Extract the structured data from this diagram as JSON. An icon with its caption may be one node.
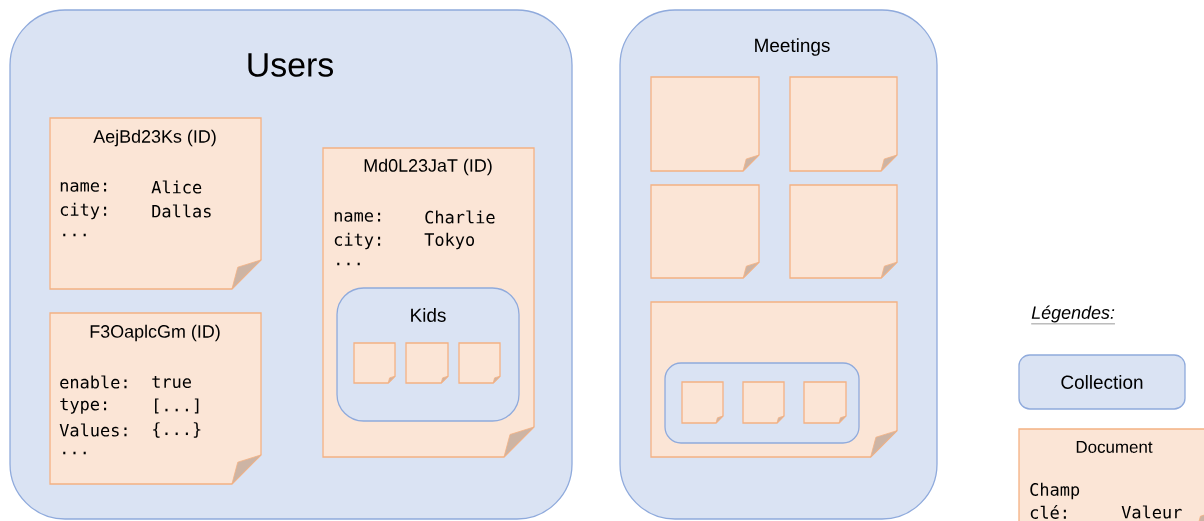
{
  "diagram": {
    "nodes": [
      {
        "text": [
          "Users"
        ]
      },
      {
        "text": [
          "AejBd23Ks (ID)",
          "name:",
          "Alice",
          "city:",
          "Dallas",
          "..."
        ],
        "in": 0
      },
      {
        "text": [
          "F3OaplcGm (ID)",
          "enable:",
          "true",
          "type:",
          "[...]",
          "Values:",
          "{...}",
          "..."
        ],
        "in": 0
      },
      {
        "text": [
          "Md0L23JaT (ID)",
          "name:",
          "Charlie",
          "city:",
          "Tokyo",
          "..."
        ],
        "in": 0
      },
      {
        "text": [
          "Kids"
        ],
        "in": 3
      },
      {
        "text": [],
        "shape": "note",
        "in": 4
      },
      {
        "text": [],
        "shape": "note",
        "in": 4
      },
      {
        "text": [],
        "shape": "note",
        "in": 4
      },
      {
        "text": [
          "Meetings"
        ]
      },
      {
        "text": [],
        "shape": "note",
        "in": 8
      },
      {
        "text": [],
        "shape": "note",
        "in": 8
      },
      {
        "text": [],
        "shape": "note",
        "in": 8
      },
      {
        "text": [],
        "shape": "note",
        "in": 8
      },
      {
        "text": [],
        "shape": "note",
        "in": 8
      },
      {
        "text": [],
        "shape": "box",
        "in": 13
      },
      {
        "text": [],
        "shape": "note",
        "in": 14
      },
      {
        "text": [],
        "shape": "note",
        "in": 14
      },
      {
        "text": [],
        "shape": "note",
        "in": 14
      },
      {
        "text": [
          "Collection"
        ]
      },
      {
        "text": [
          "Document",
          "Champ",
          "clé:",
          "Valeur"
        ]
      }
    ],
    "labels": [
      "Légendes:"
    ]
  }
}
